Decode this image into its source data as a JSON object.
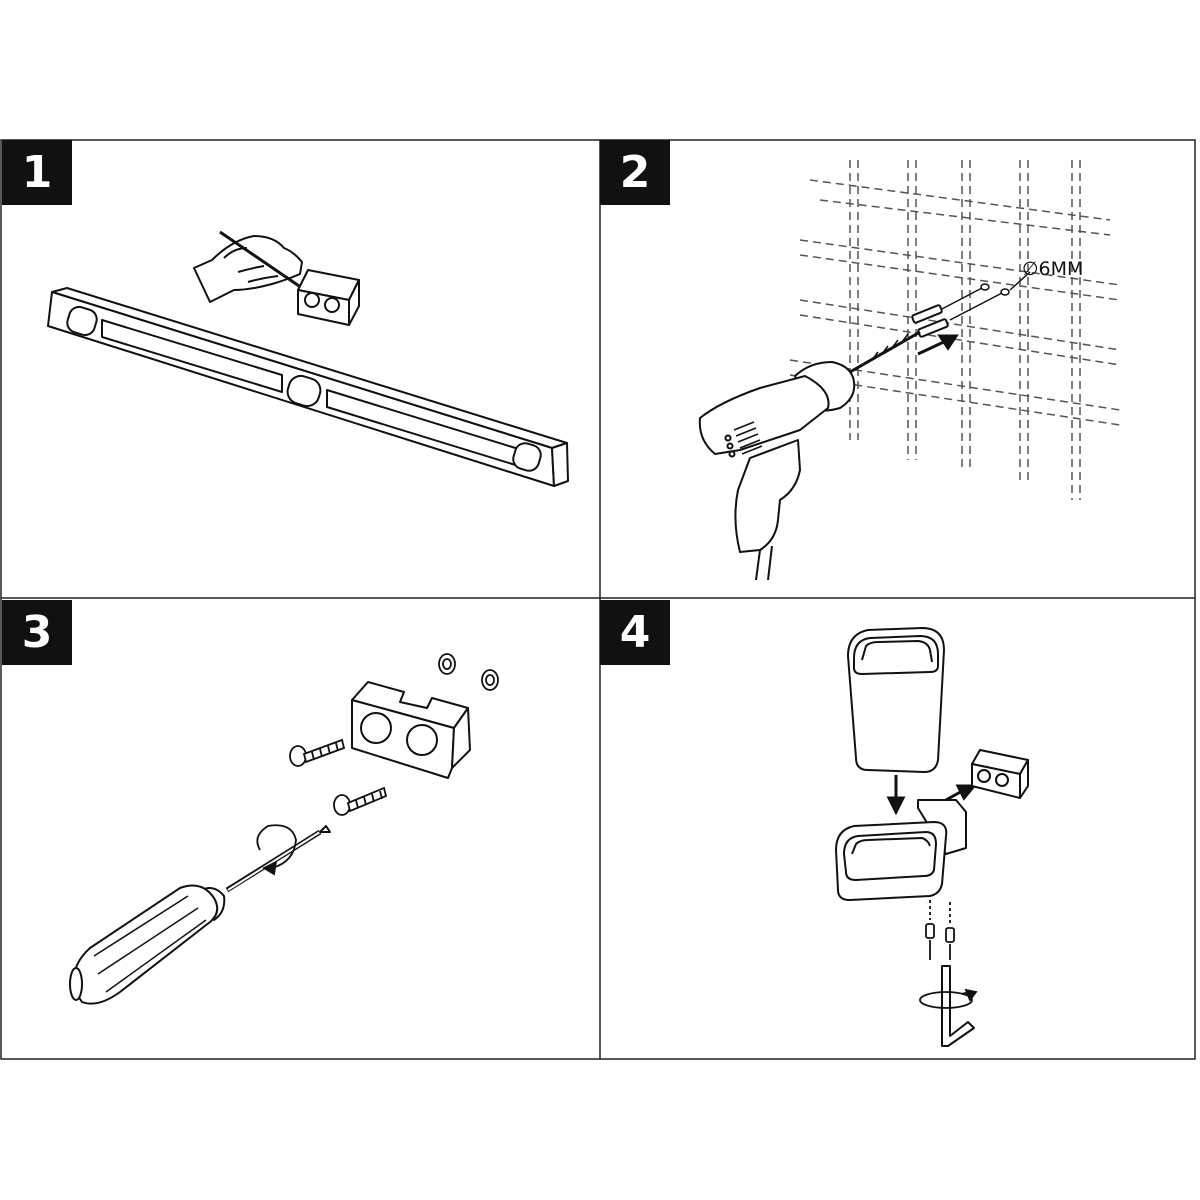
{
  "steps": [
    {
      "number": "1"
    },
    {
      "number": "2",
      "drill_size_label": "∅6MM"
    },
    {
      "number": "3"
    },
    {
      "number": "4"
    }
  ],
  "colors": {
    "line": "#111111",
    "background": "#ffffff",
    "badge": "#111111",
    "badge_text": "#ffffff"
  },
  "icons": [
    "spirit-level-icon",
    "hand-pencil-icon",
    "wall-bracket-icon",
    "drill-icon",
    "wall-anchor-icon",
    "screwdriver-icon",
    "screw-icon",
    "washer-icon",
    "tumbler-cup-icon",
    "cup-holder-icon",
    "set-screw-icon",
    "allen-key-icon",
    "direction-arrow-icon",
    "rotation-arrow-icon"
  ]
}
